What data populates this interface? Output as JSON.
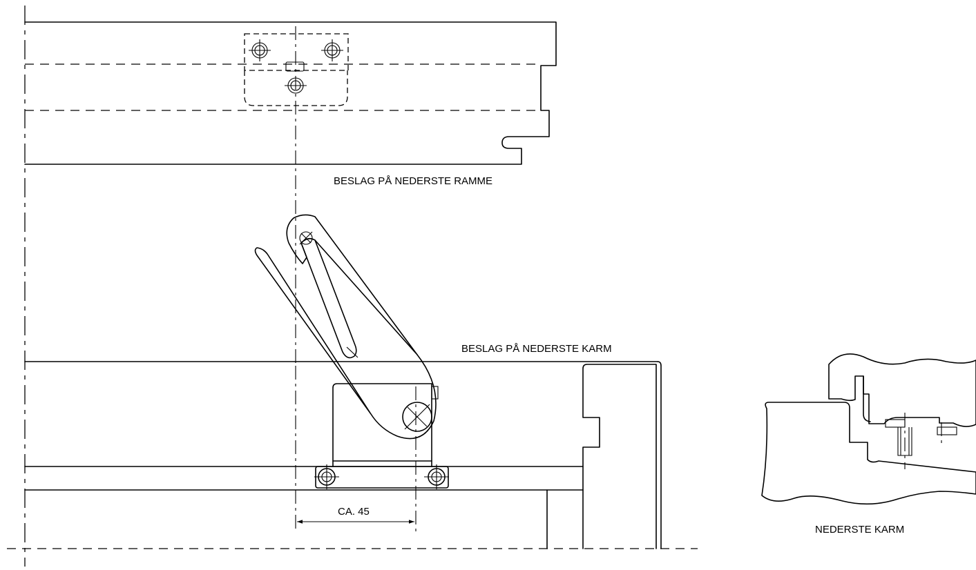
{
  "labels": {
    "frame_fitting": "BESLAG PÅ NEDERSTE RAMME",
    "sill_fitting": "BESLAG PÅ NEDERSTE KARM",
    "dimension": "CA. 45",
    "section": "NEDERSTE KARM"
  },
  "colors": {
    "line": "#000000",
    "background": "#ffffff"
  }
}
